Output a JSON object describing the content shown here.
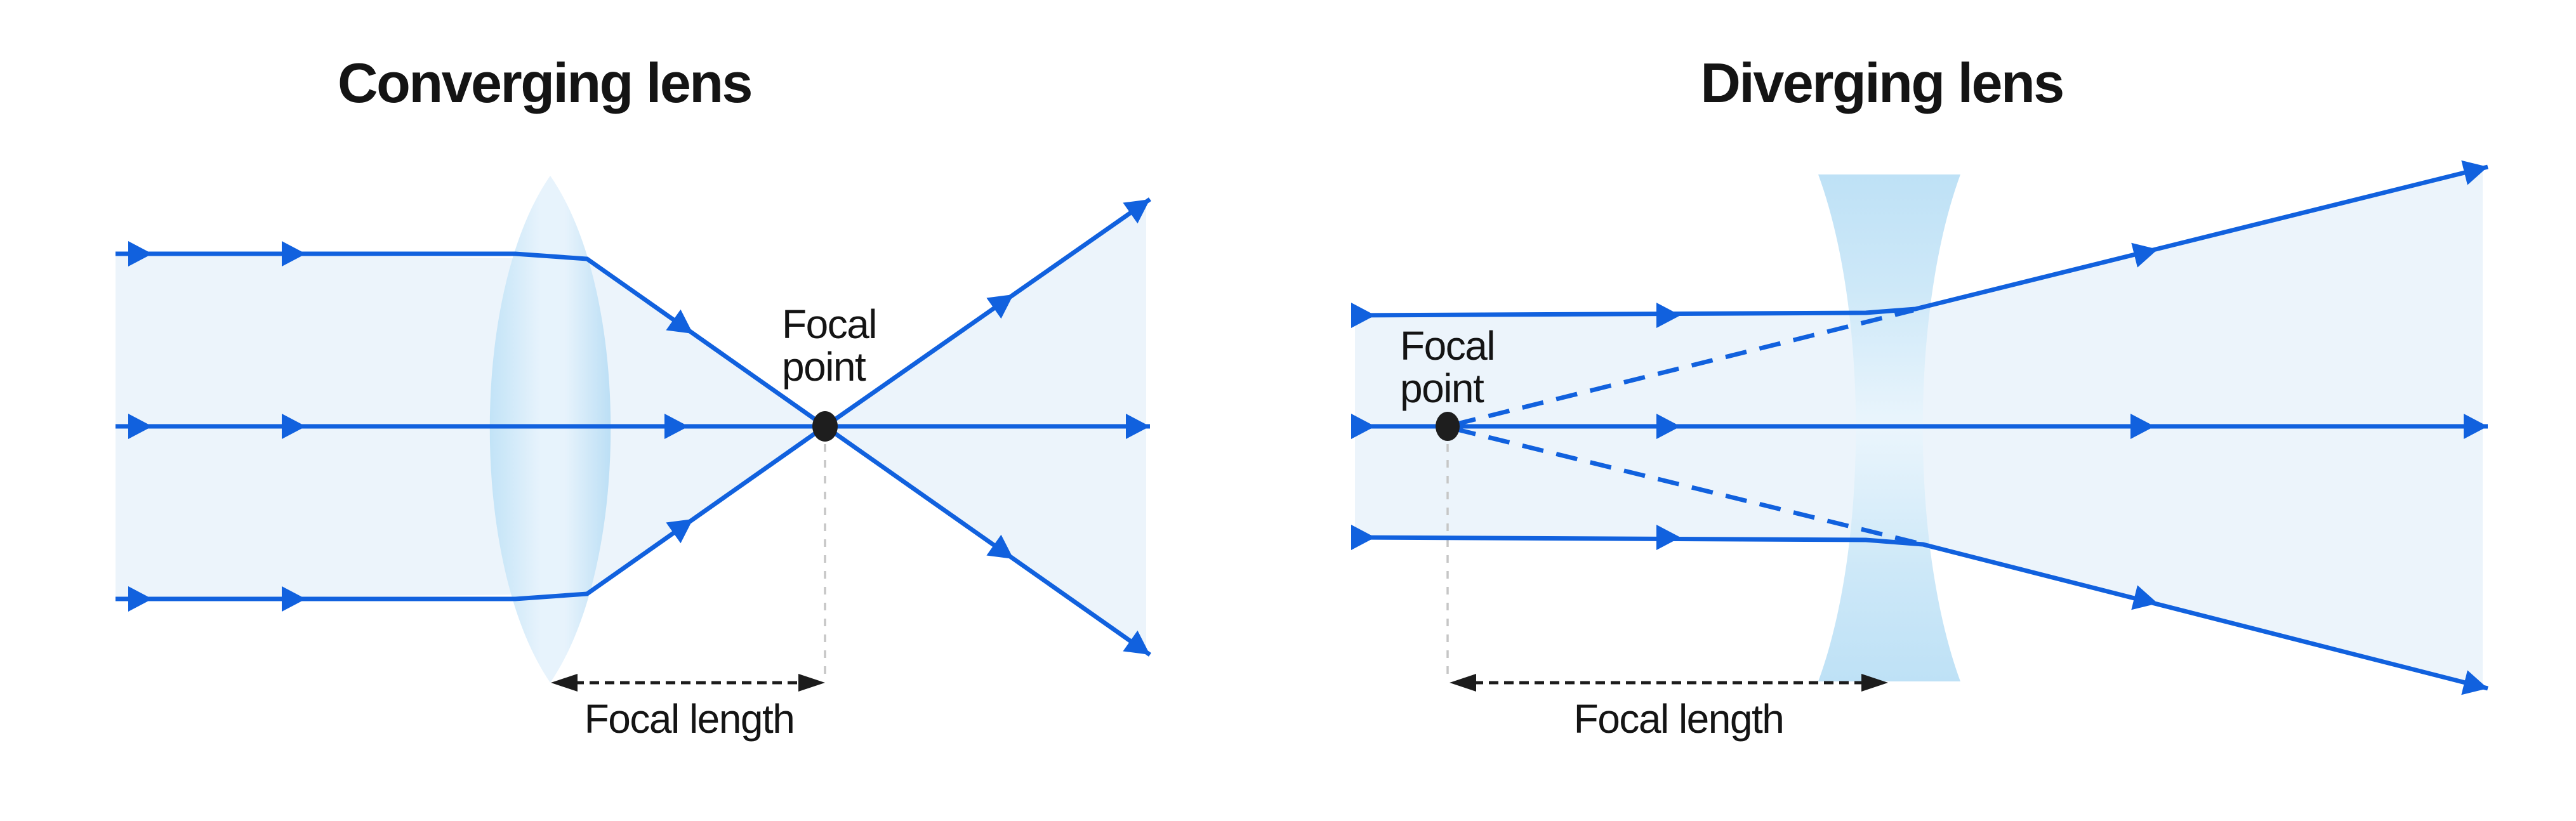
{
  "figure": {
    "left_panel": {
      "title": "Converging lens",
      "focal_point_label": "Focal point",
      "focal_length_label": "Focal length"
    },
    "right_panel": {
      "title": "Diverging lens",
      "focal_point_label": "Focal point",
      "focal_length_label": "Focal length"
    }
  },
  "colors": {
    "background": "#FFFFFF",
    "ray_blue": "#1161DE",
    "beam_fill": "#ECF4FB",
    "lens_edge_blue": "#BFE2F6",
    "lens_center_blue": "#E9F4FC",
    "focal_dot_black": "#1E1E1E",
    "text_black": "#141414",
    "measure_arrow_black": "#1C1C1C",
    "guide_gray": "#C6C6C6"
  }
}
